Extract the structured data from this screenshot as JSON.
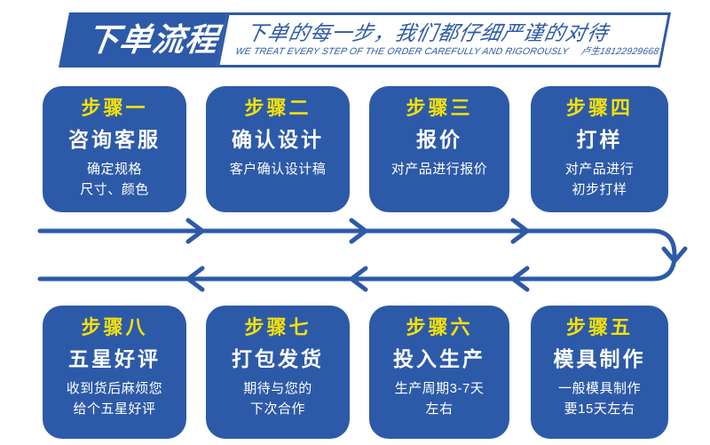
{
  "header": {
    "badge_label": "下单流程",
    "title_cn": "下单的每一步，我们都仔细严谨的对待",
    "subtitle_en": "WE TREAT EVERY STEP OF THE ORDER CAREFULLY AND RIGOROUSLY",
    "contact": "卢生18122929668"
  },
  "colors": {
    "brand_blue": "#2d5aa8",
    "step_yellow": "#f5e009",
    "card_text": "#ffffff",
    "background": "#ffffff"
  },
  "flow": {
    "top_row_direction": "left-to-right",
    "bottom_row_direction": "right-to-left",
    "turn_side": "right",
    "arrow_icon": "chevron-right-icon",
    "return_arrow_icon": "chevron-left-icon",
    "turn_arrow_icon": "chevron-down-icon"
  },
  "steps": {
    "top": [
      {
        "step_label": "步骤一",
        "title": "咨询客服",
        "desc": [
          "确定规格",
          "尺寸、颜色"
        ]
      },
      {
        "step_label": "步骤二",
        "title": "确认设计",
        "desc": [
          "客户确认设计稿"
        ]
      },
      {
        "step_label": "步骤三",
        "title": "报价",
        "desc": [
          "对产品进行报价"
        ]
      },
      {
        "step_label": "步骤四",
        "title": "打样",
        "desc": [
          "对产品进行",
          "初步打样"
        ]
      }
    ],
    "bottom": [
      {
        "step_label": "步骤八",
        "title": "五星好评",
        "desc": [
          "收到货后麻烦您",
          "给个五星好评"
        ]
      },
      {
        "step_label": "步骤七",
        "title": "打包发货",
        "desc": [
          "期待与您的",
          "下次合作"
        ]
      },
      {
        "step_label": "步骤六",
        "title": "投入生产",
        "desc": [
          "生产周期3-7天",
          "左右"
        ]
      },
      {
        "step_label": "步骤五",
        "title": "模具制作",
        "desc": [
          "一般模具制作",
          "要15天左右"
        ]
      }
    ]
  }
}
